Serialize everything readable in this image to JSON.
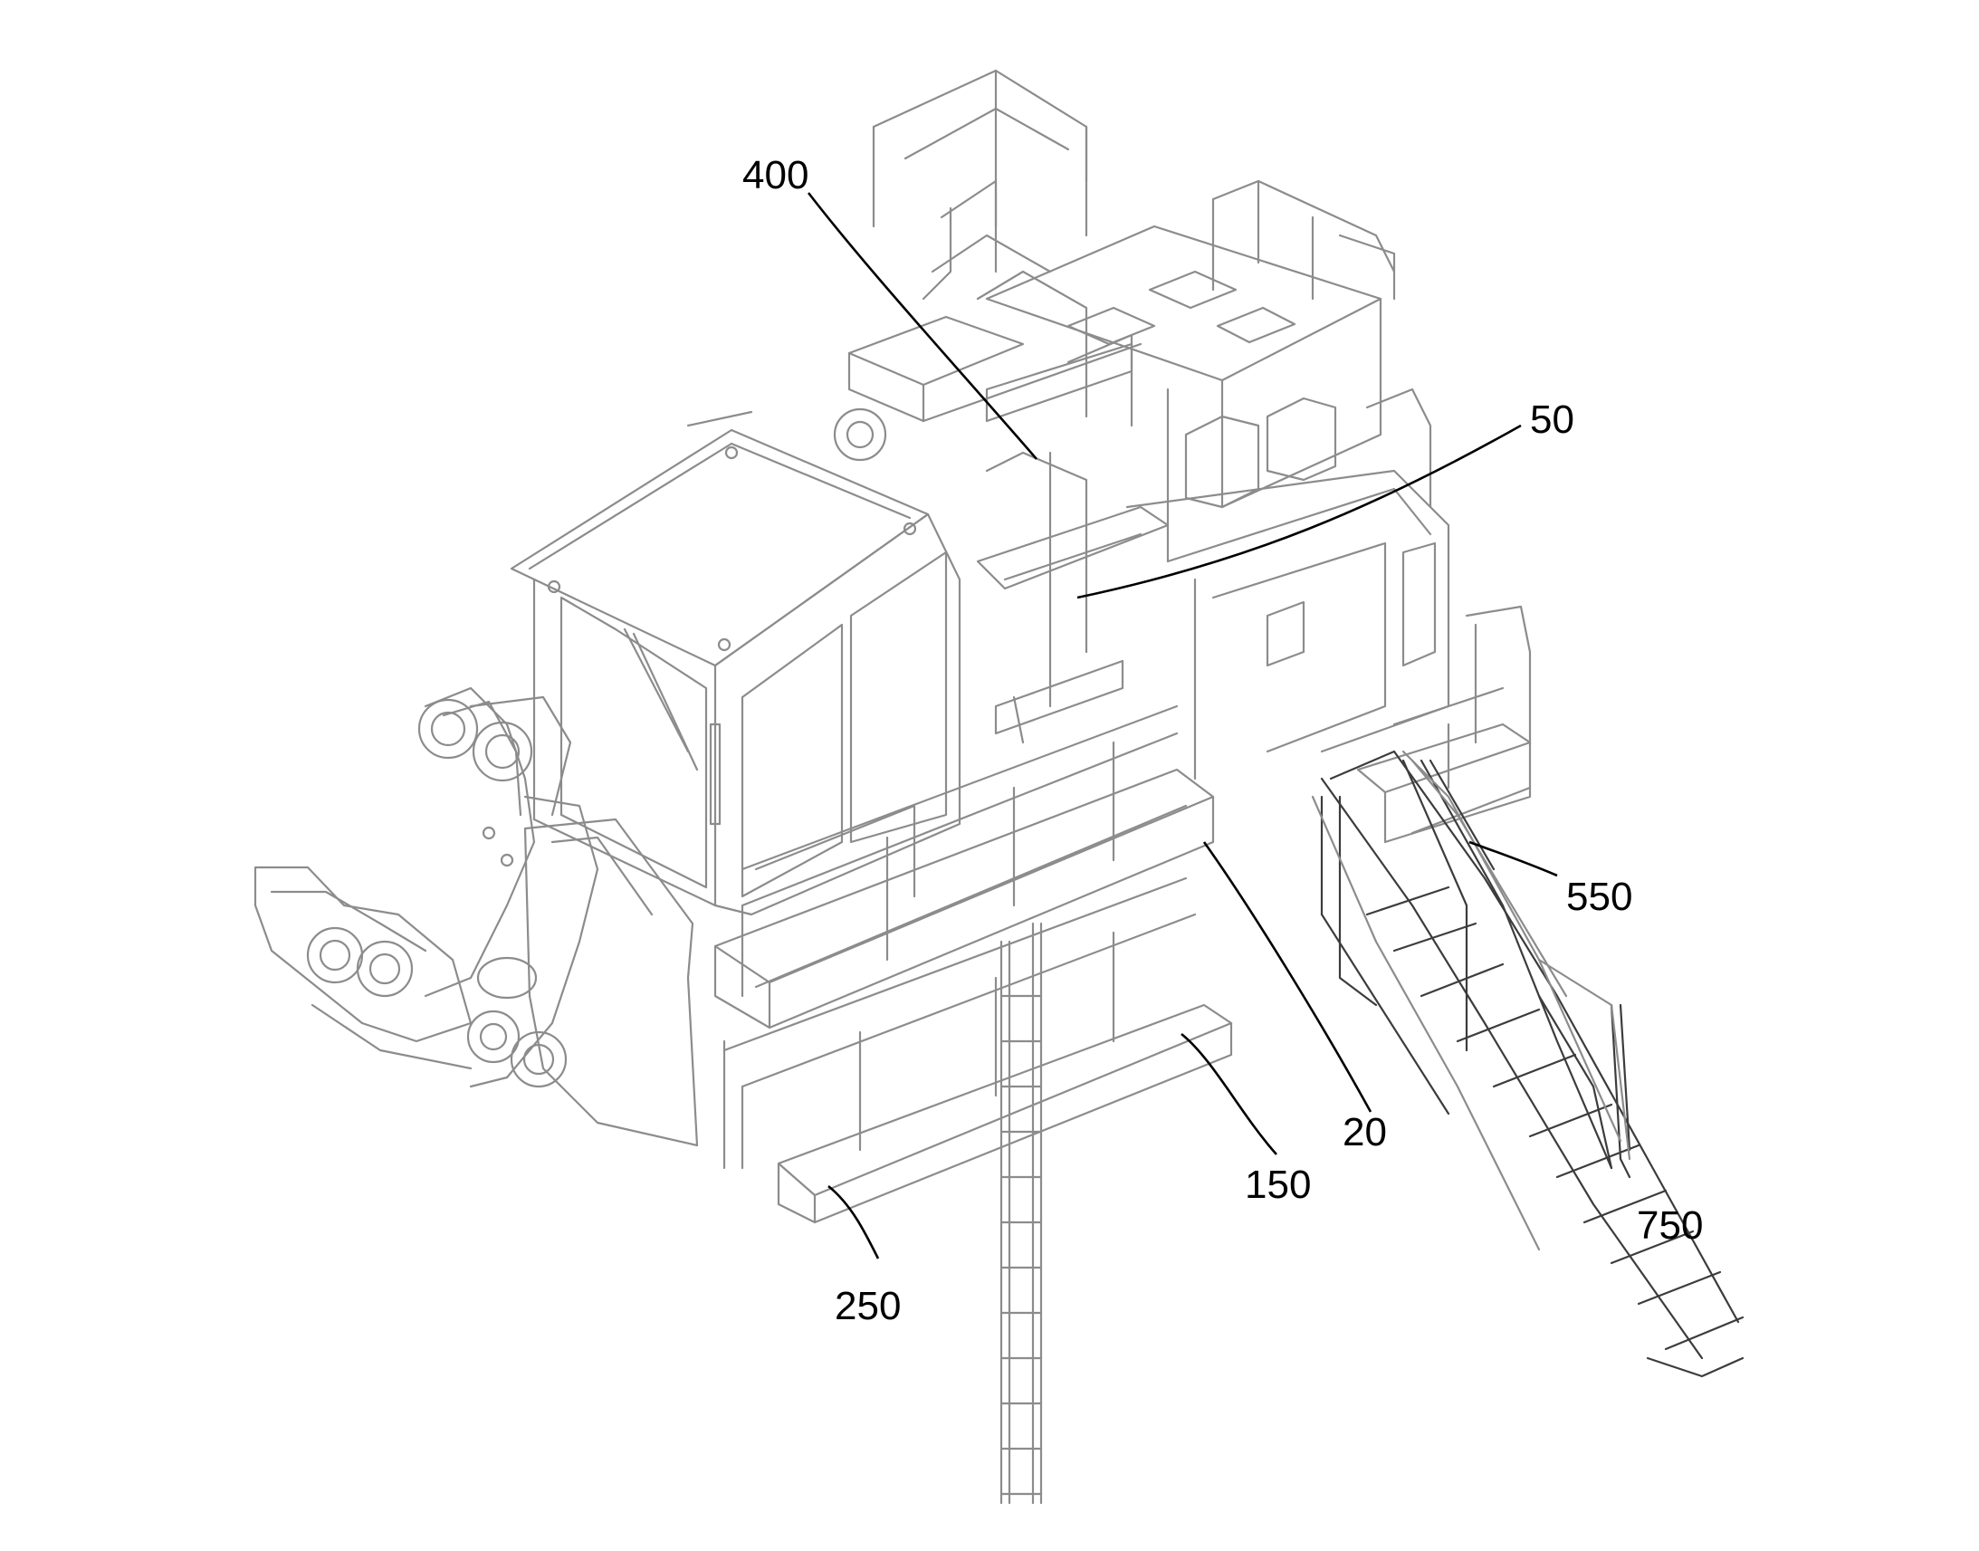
{
  "figure": {
    "colors": {
      "background": "#ffffff",
      "line": "#8c8c8c",
      "dark_line": "#3c3c3c",
      "label": "#000000"
    },
    "callouts": [
      {
        "id": "400",
        "text": "400",
        "target": "upper-cab-walkway-platform"
      },
      {
        "id": "50",
        "text": "50",
        "target": "central-catwalk"
      },
      {
        "id": "550",
        "text": "550",
        "target": "right-side-platform"
      },
      {
        "id": "20",
        "text": "20",
        "target": "stair-pivot-bracket"
      },
      {
        "id": "150",
        "text": "150",
        "target": "lower-front-platform"
      },
      {
        "id": "750",
        "text": "750",
        "target": "access-stairway"
      },
      {
        "id": "250",
        "text": "250",
        "target": "lowest-front-platform"
      }
    ]
  }
}
